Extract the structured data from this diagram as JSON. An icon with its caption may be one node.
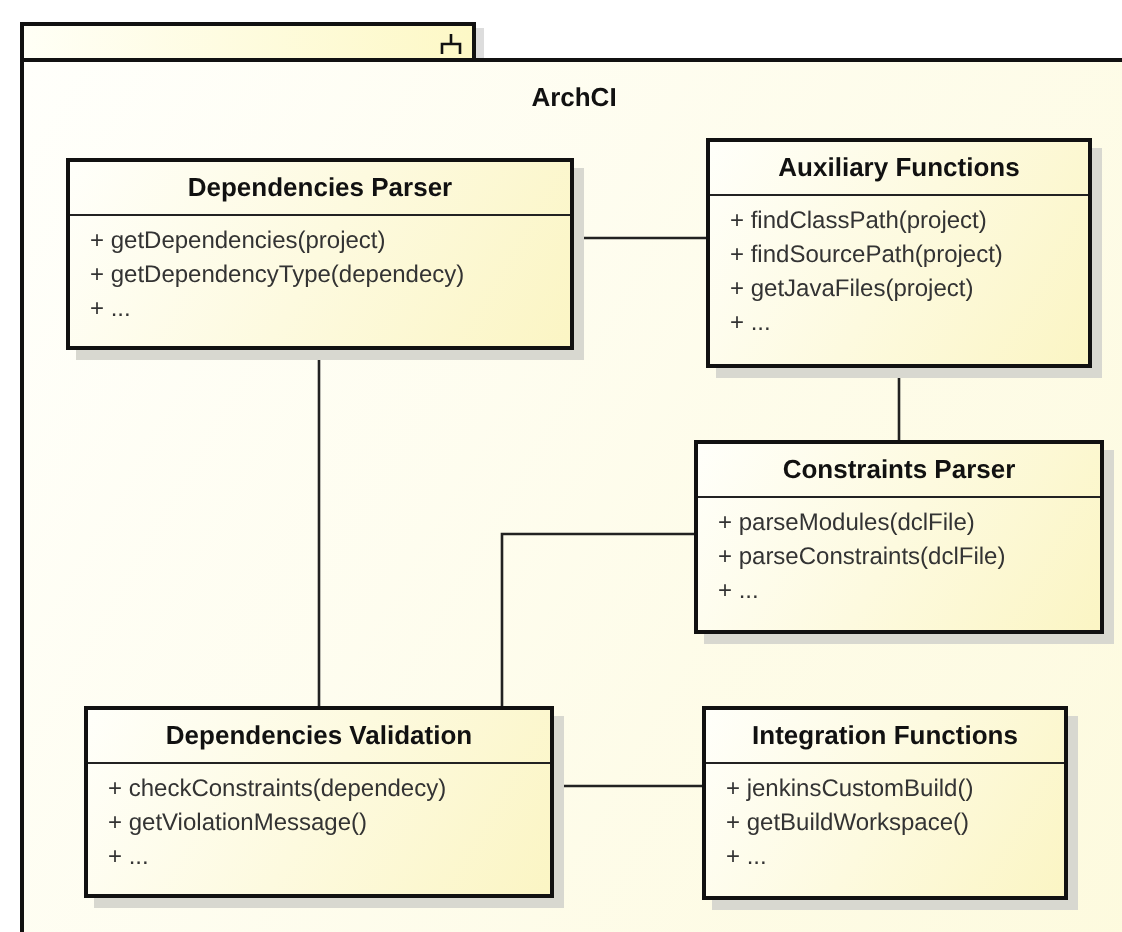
{
  "diagram": {
    "nodes": [
      {
        "text": [
          "ArchCI"
        ]
      },
      {
        "text": [
          "Dependencies Parser",
          "+ getDependencies(project)",
          "+ getDependencyType(dependecy)",
          "+ ..."
        ],
        "in": 0
      },
      {
        "text": [
          "Auxiliary Functions",
          "+ findClassPath(project)",
          "+ findSourcePath(project)",
          "+ getJavaFiles(project)",
          "+ ..."
        ],
        "in": 0
      },
      {
        "text": [
          "Constraints Parser",
          "+ parseModules(dclFile)",
          "+ parseConstraints(dclFile)",
          "+ ..."
        ],
        "in": 0
      },
      {
        "text": [
          "Dependencies Validation",
          "+ checkConstraints(dependecy)",
          "+ getViolationMessage()",
          "+ ..."
        ],
        "in": 0
      },
      {
        "text": [
          "Integration Functions",
          "+ jenkinsCustomBuild()",
          "+ getBuildWorkspace()",
          "+ ..."
        ],
        "in": 0
      }
    ],
    "edges": [
      {
        "from": 1,
        "to": 2,
        "arrow": "none"
      },
      {
        "from": 1,
        "to": 4,
        "arrow": "none"
      },
      {
        "from": 2,
        "to": 3,
        "arrow": "none"
      },
      {
        "from": 3,
        "to": 4,
        "arrow": "none"
      },
      {
        "from": 4,
        "to": 5,
        "arrow": "none"
      }
    ]
  }
}
